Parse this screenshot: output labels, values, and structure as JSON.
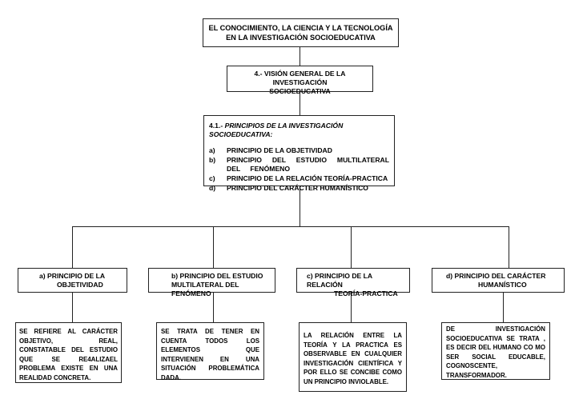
{
  "title": {
    "line1": "EL CONOCIMIENTO, LA CIENCIA Y LA TECNOLOGÍA",
    "line2": "EN LA INVESTIGACIÓN SOCIOEDUCATIVA"
  },
  "section": {
    "line1": "4.- VISIÓN GENERAL DE LA INVESTIGACIÓN",
    "line2": "SOCIOEDUCATIVA"
  },
  "principles": {
    "prefix": "4.1.- ",
    "heading": "PRINCIPIOS DE LA INVESTIGACIÓN SOCIOEDUCATIVA:",
    "items": [
      {
        "marker": "a)",
        "text": "PRINCIPIO DE LA OBJETIVIDAD"
      },
      {
        "marker": "b)",
        "text": "PRINCIPIO DEL ESTUDIO MULTILATERAL DEL FENÓMENO"
      },
      {
        "marker": "c)",
        "text": "PRINCIPIO DE LA RELACIÓN TEORÍA-PRACTICA"
      },
      {
        "marker": "d)",
        "text": "PRINCIPIO DEL CARÁCTER HUMANÍSTICO"
      }
    ]
  },
  "branches": [
    {
      "title_line1": "a) PRINCIPIO DE LA",
      "title_line2": "OBJETIVIDAD",
      "description": "SE REFIERE AL CARÁCTER OBJETIVO, REAL, CONSTATABLE DEL ESTUDIO QUE SE RE4ALIZAEL PROBLEMA EXISTE EN UNA REALIDAD CONCRETA."
    },
    {
      "title_line1": "b) PRINCIPIO DEL ESTUDIO",
      "title_line2": "MULTILATERAL DEL FENÓMENO",
      "description": "SE TRATA DE TENER EN CUENTA TODOS LOS ELEMENTOS QUE INTERVIENEN EN UNA SITUACIÓN PROBLEMÁTICA DADA."
    },
    {
      "title_line1": "c) PRINCIPIO DE LA RELACIÓN",
      "title_line2": "TEORÍA-PRACTICA",
      "description": "LA RELACIÓN ENTRE LA TEORÍA Y LA PRACTICA ES OBSERVABLE EN CUALQUIER INVESTIGACIÓN CIENTÍFICA Y POR ELLO SE CONCIBE COMO UN PRINCIPIO INVIOLABLE."
    },
    {
      "title_line1": "d) PRINCIPIO DEL CARÁCTER",
      "title_line2": "HUMANÍSTICO",
      "description": "DE INVESTIGACIÓN SOCIOEDUCATIVA SE TRATA , ES DECIR DEL HUMANO CO MO SER SOCIAL EDUCABLE, COGNOSCENTE, TRANSFORMADOR."
    }
  ]
}
